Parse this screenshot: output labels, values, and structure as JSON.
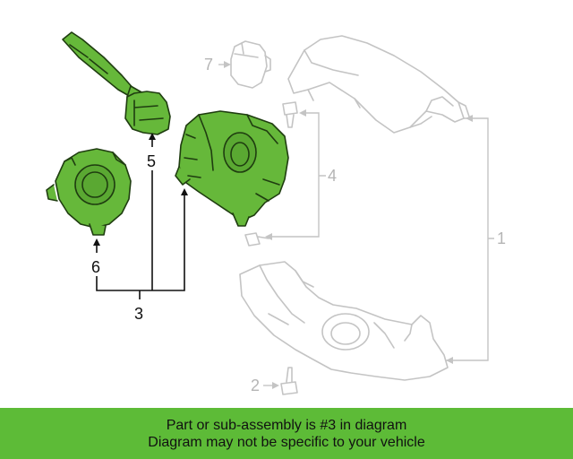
{
  "colors": {
    "highlight_fill": "#66b83a",
    "highlight_stroke": "#1f3d10",
    "ghost_stroke": "#c4c4c4",
    "banner_bg": "#5dbb37",
    "banner_text": "#111111"
  },
  "callouts": {
    "c1": "1",
    "c2": "2",
    "c3": "3",
    "c4": "4",
    "c5": "5",
    "c6": "6",
    "c7": "7"
  },
  "banner": {
    "line1": "Part or sub-assembly is #3 in diagram",
    "line2": "Diagram may not be specific to your vehicle"
  }
}
